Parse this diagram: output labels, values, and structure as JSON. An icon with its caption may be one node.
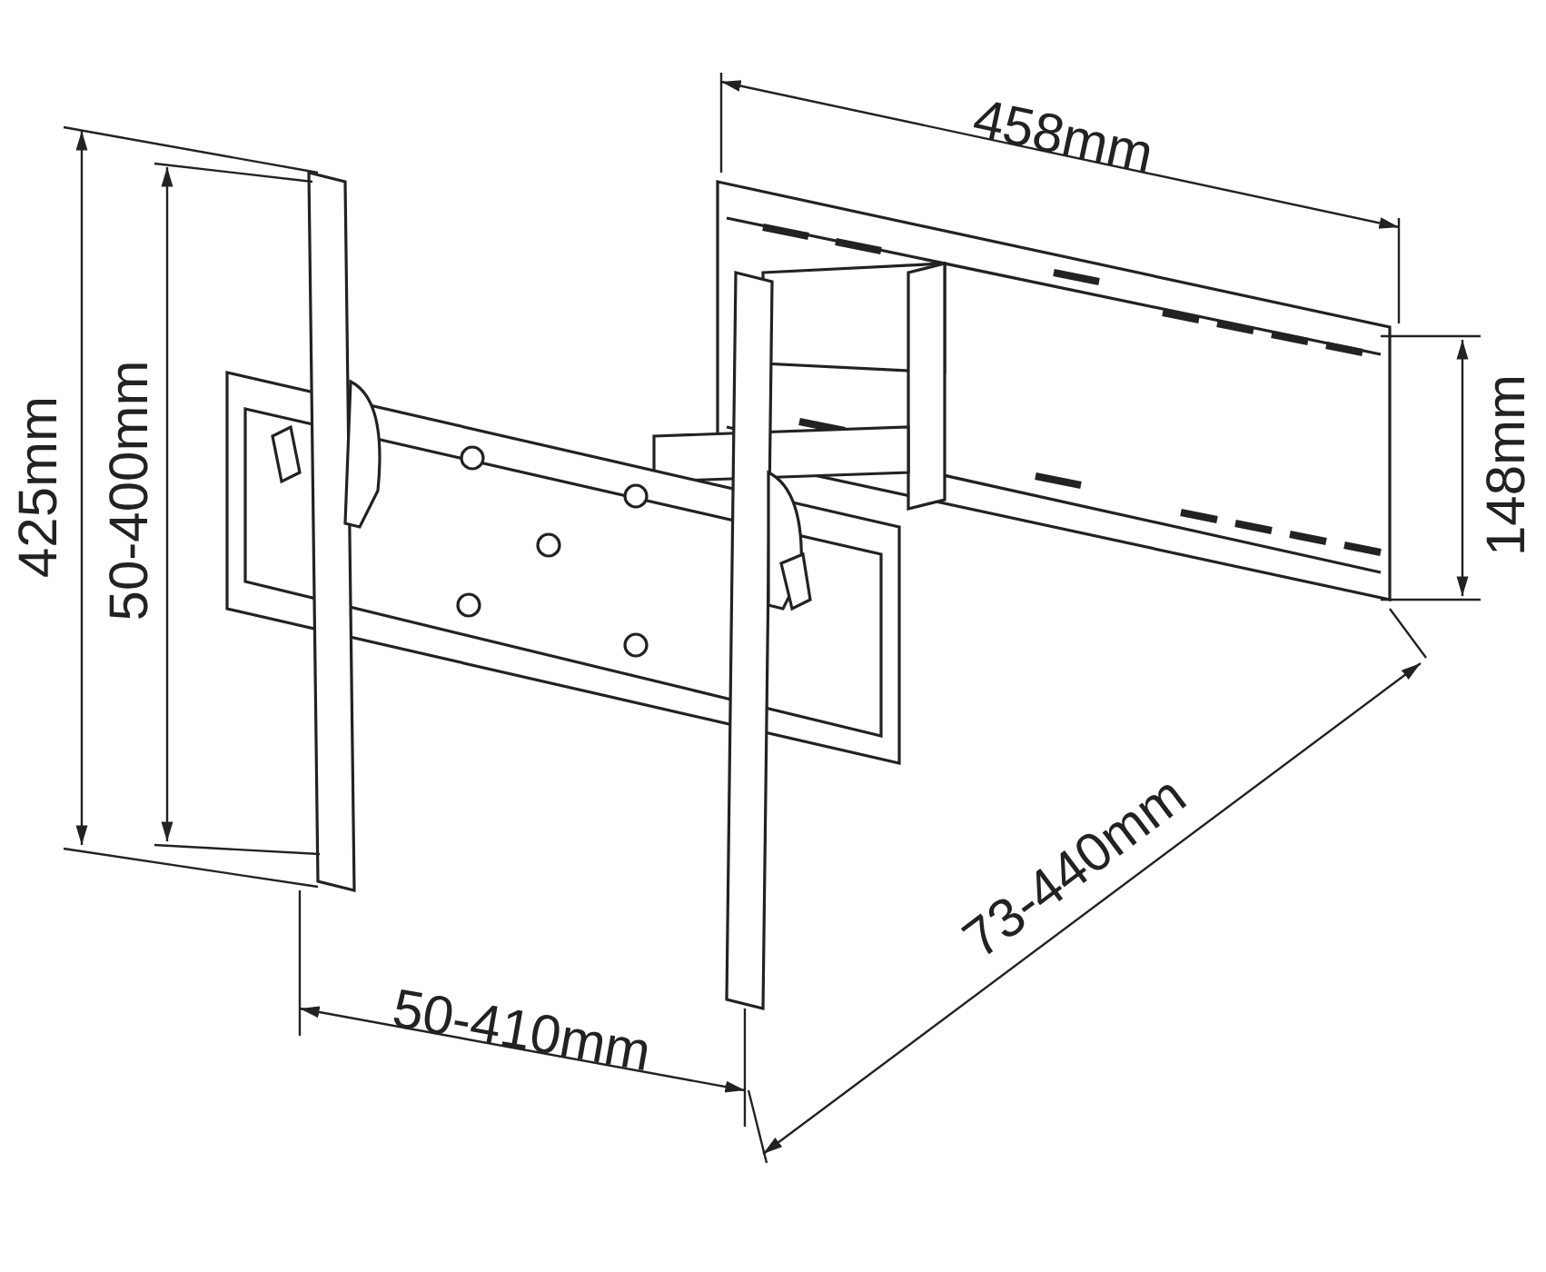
{
  "diagram": {
    "labels": [
      "458mm",
      "425mm",
      "50-400mm",
      "148mm",
      "73-440mm",
      "50-410mm"
    ]
  }
}
